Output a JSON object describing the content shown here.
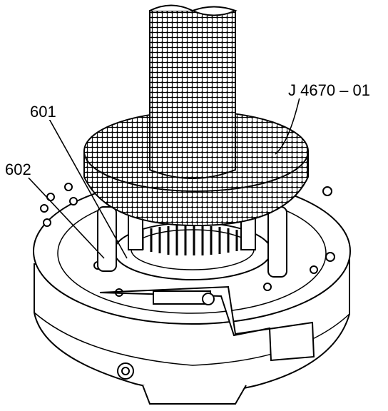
{
  "callouts": {
    "tool": "J 4670 – 01",
    "part_601": "601",
    "part_602": "602"
  },
  "colors": {
    "line": "#000000",
    "background": "#ffffff",
    "hatch": "#000000"
  }
}
